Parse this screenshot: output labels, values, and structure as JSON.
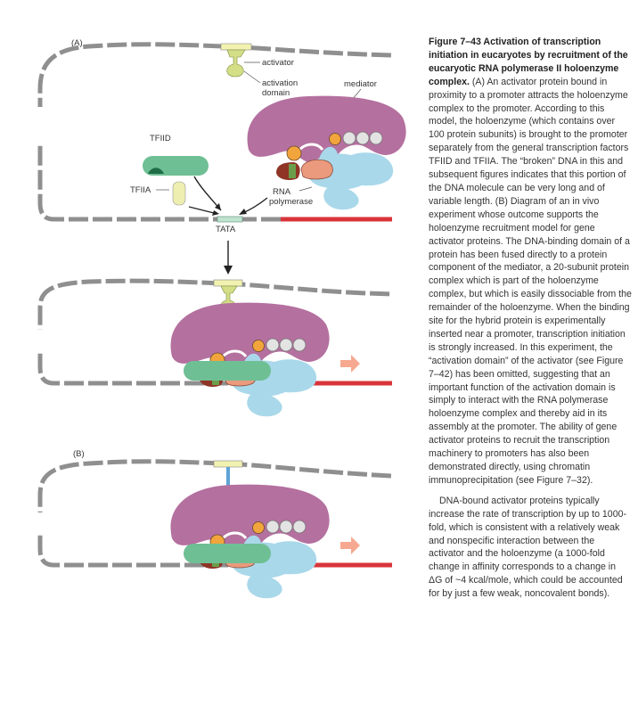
{
  "figure": {
    "panel_a": "(A)",
    "panel_b": "(B)",
    "labels": {
      "activator": "activator",
      "activation_domain_1": "activation",
      "activation_domain_2": "domain",
      "mediator": "mediator",
      "tfiid": "TFIID",
      "tfiia": "TFIIA",
      "rna_polymerase_1": "RNA",
      "rna_polymerase_2": "polymerase",
      "tata": "TATA"
    },
    "colors": {
      "dna": "#8f8f8f",
      "coding_region": "#d9343a",
      "mediator": "#b4709f",
      "polymerase": "#a9d8ea",
      "activator": "#d3de86",
      "tfiid": "#6fbf94",
      "orange_subunit": "#f2a53c",
      "salmon_subunit": "#eb9a7d",
      "brown_subunit": "#8e3526",
      "arrow": "#f6a990"
    }
  },
  "caption": {
    "title": "Figure 7–43 Activation of transcription initiation in eucaryotes by recruitment of the eucaryotic RNA polymerase II holoenzyme complex.",
    "para1": "(A) An activator protein bound in proximity to a promoter attracts the holoenzyme complex to the promoter. According to this model, the holoenzyme (which contains over 100 protein subunits) is brought to the promoter separately from the general transcription factors TFIID and TFIIA. The “broken” DNA in this and subsequent figures indicates that this portion of the DNA molecule can be very long and of variable length. (B) Diagram of an in vivo experiment whose outcome supports the holoenzyme recruitment model for gene activator proteins. The DNA-binding domain of a protein has been fused directly to a protein component of the mediator, a 20-subunit protein complex which is part of the holoenzyme complex, but which is easily dissociable from the remainder of the holoenzyme. When the binding site for the hybrid protein is experimentally inserted near a promoter, transcription initiation is strongly increased. In this experiment, the “activation domain” of the activator (see Figure 7–42) has been omitted, suggesting that an important function of the activation domain is simply to interact with the RNA polymerase holoenzyme complex and thereby aid in its assembly at the promoter. The ability of gene activator proteins to recruit the transcription machinery to promoters has also been demonstrated directly, using chromatin immunoprecipitation (see Figure 7–32).",
    "para2": "DNA-bound activator proteins typically increase the rate of transcription by up to 1000-fold, which is consistent with a relatively weak and nonspecific interaction between the activator and the holoenzyme (a 1000-fold change in affinity corresponds to a change in ΔG of ~4 kcal/mole, which could be accounted for by just a few weak, noncovalent bonds)."
  }
}
